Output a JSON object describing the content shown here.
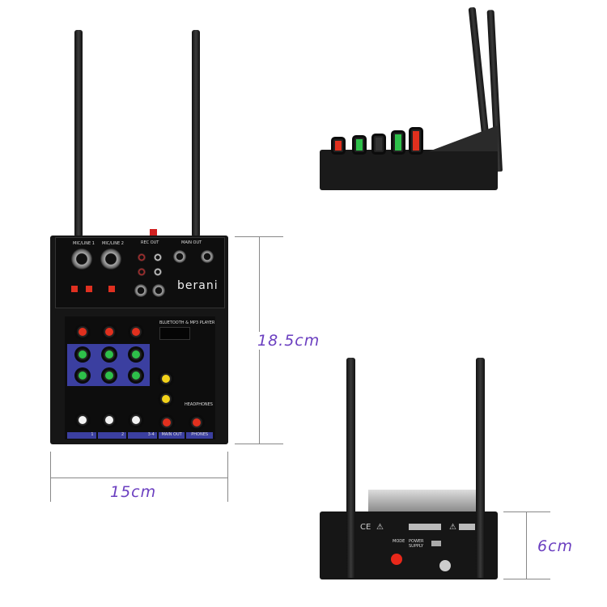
{
  "product": {
    "brand_logo": "berani",
    "front_panel_labels": {
      "mic_line_1": "MIC/LINE 1",
      "mic_line_2": "MIC/LINE 2",
      "rec_out": "REC OUT",
      "main_out": "MAIN OUT",
      "bluetooth_player": "BLUETOOTH & MP3 PLAYER",
      "channel_strip": [
        "1",
        "2",
        "3-4",
        "MAIN OUT",
        "PHONES"
      ],
      "headphones": "HEADPHONES"
    },
    "rear_panel_labels": {
      "mode": "MODE",
      "power_supply": "POWER SUPPLY"
    }
  },
  "dimensions": {
    "height": "18.5cm",
    "width": "15cm",
    "depth": "6cm"
  },
  "colors": {
    "dimension_text": "#6b3fc0",
    "dimension_line": "#888888",
    "knob_red": "#e0301e",
    "knob_green": "#2ec04a",
    "knob_yellow": "#f2d21a",
    "knob_white": "#f2f2f2",
    "panel_blue": "#3b3fa0"
  }
}
